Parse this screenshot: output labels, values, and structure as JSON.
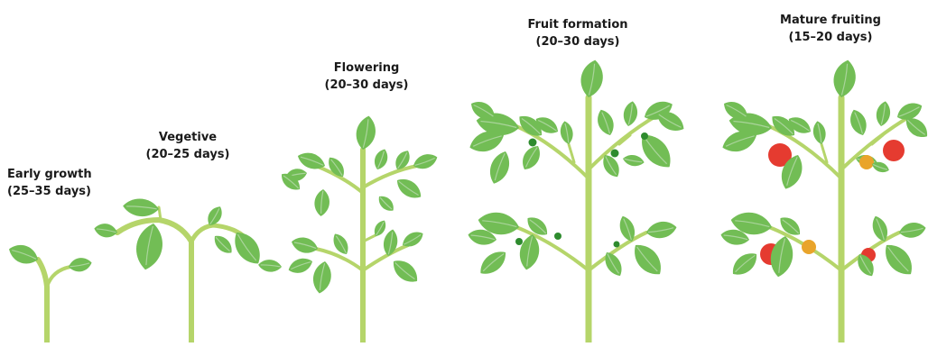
{
  "colors": {
    "stem": "#b5d56a",
    "leaf": "#72bd55",
    "leaf_dark": "#5aa845",
    "leaf_light": "#8ccb62",
    "vein": "#a9d49a",
    "green_fruit": "#2e8b2e",
    "red_fruit": "#e53b30",
    "orange_fruit": "#e9a42b"
  },
  "stages": [
    {
      "name": "Early growth",
      "duration": "(25–35 days)"
    },
    {
      "name": "Vegetive",
      "duration": "(20–25 days)"
    },
    {
      "name": "Flowering",
      "duration": "(20–30 days)"
    },
    {
      "name": "Fruit formation",
      "duration": "(20–30 days)"
    },
    {
      "name": "Mature fruiting",
      "duration": "(15–20 days)"
    }
  ]
}
